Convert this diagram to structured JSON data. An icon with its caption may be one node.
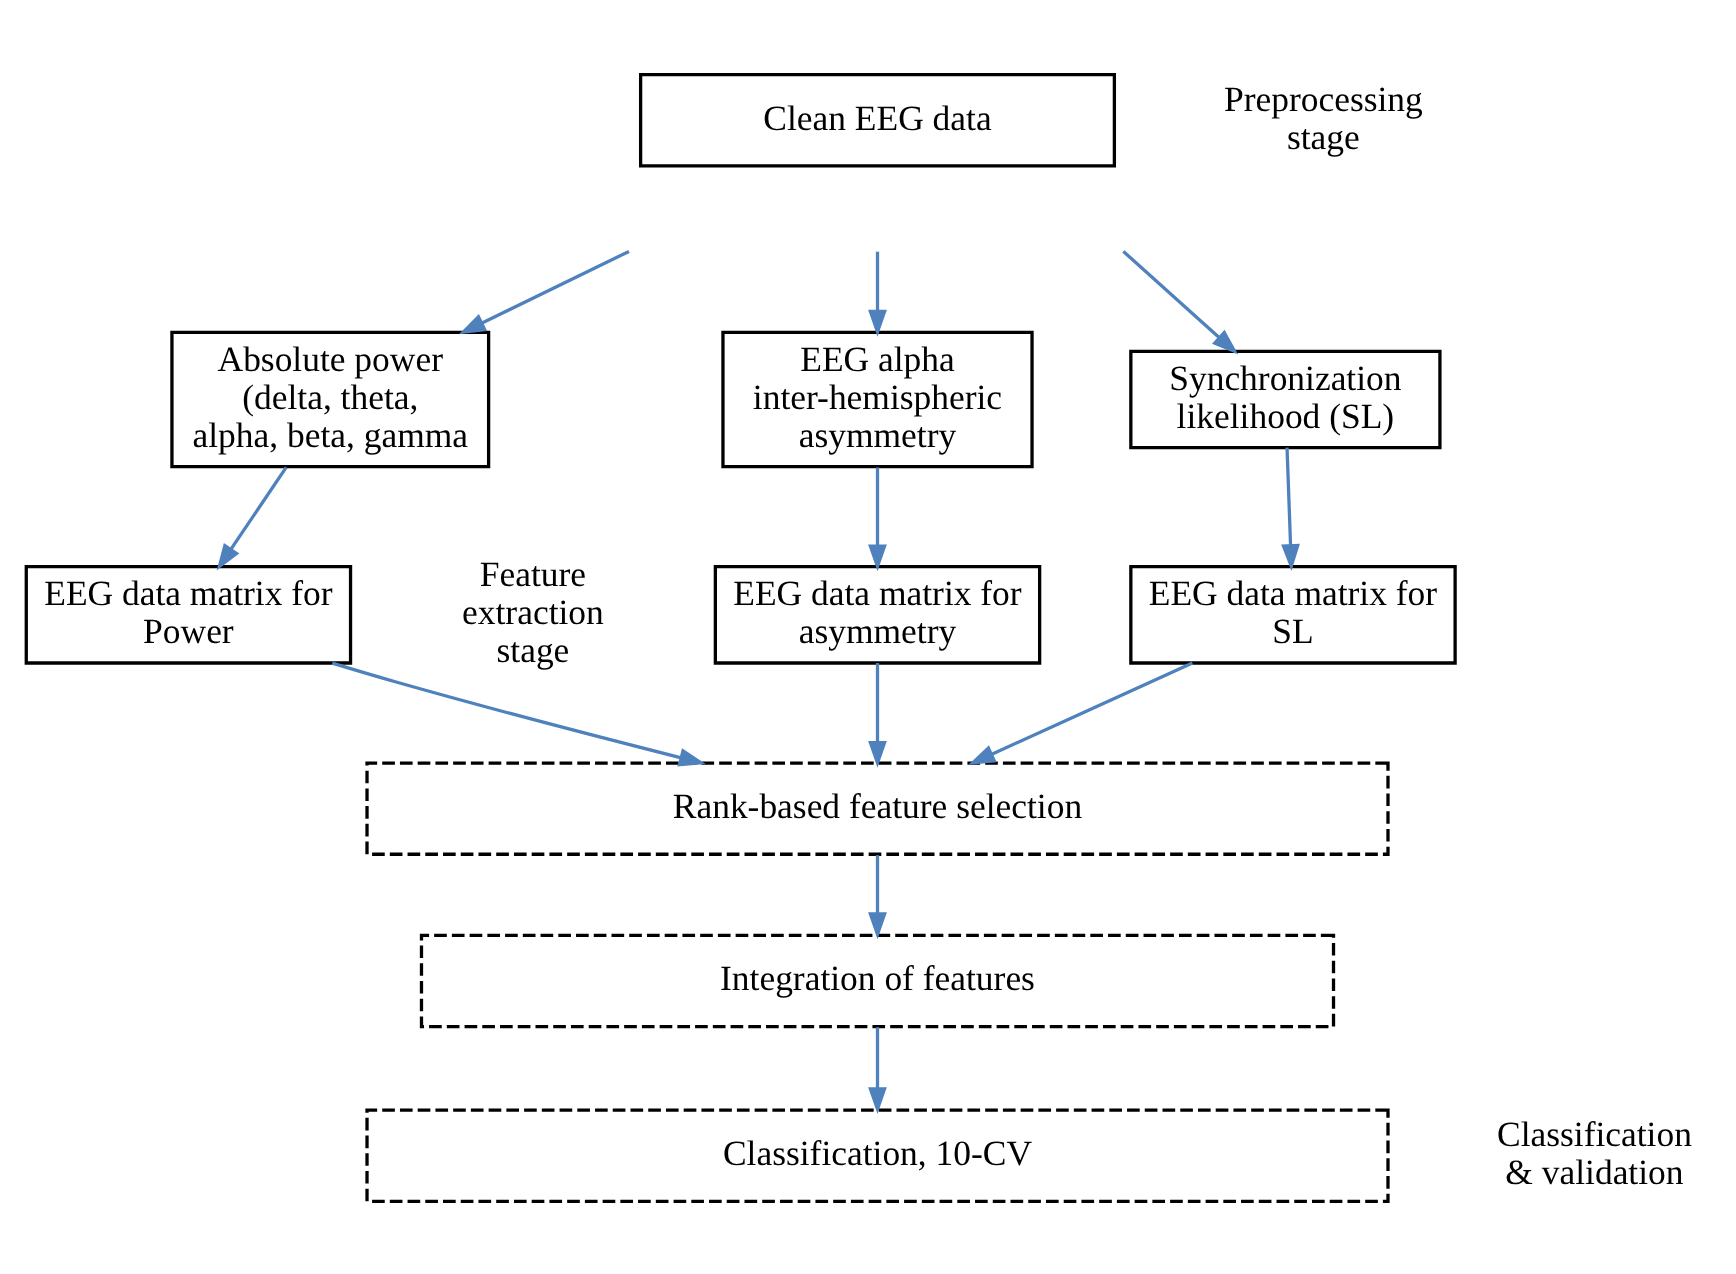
{
  "diagram": {
    "nodes": [
      {
        "text": [
          "Clean EEG data"
        ]
      },
      {
        "text": [
          "Absolute power (delta, theta, alpha, beta, gamma"
        ]
      },
      {
        "text": [
          "EEG alpha inter-hemispheric asymmetry"
        ]
      },
      {
        "text": [
          "Synchronization likelihood (SL)"
        ]
      },
      {
        "text": [
          "EEG data matrix for Power"
        ]
      },
      {
        "text": [
          "EEG data matrix for asymmetry"
        ]
      },
      {
        "text": [
          "EEG data matrix for SL"
        ]
      },
      {
        "text": [
          "Rank-based feature selection"
        ]
      },
      {
        "text": [
          "Integration of features"
        ]
      },
      {
        "text": [
          "Classification, 10-CV"
        ]
      }
    ],
    "edges": [
      {
        "from": null,
        "to": 1,
        "arrow": "to"
      },
      {
        "from": null,
        "to": 2,
        "arrow": "to"
      },
      {
        "from": null,
        "to": 3,
        "arrow": "to"
      },
      {
        "from": 1,
        "to": 4,
        "arrow": "to"
      },
      {
        "from": 2,
        "to": 5,
        "arrow": "to"
      },
      {
        "from": 3,
        "to": 6,
        "arrow": "to"
      },
      {
        "from": 4,
        "to": 7,
        "arrow": "to"
      },
      {
        "from": 5,
        "to": 7,
        "arrow": "to"
      },
      {
        "from": 6,
        "to": 7,
        "arrow": "to"
      },
      {
        "from": 7,
        "to": 8,
        "arrow": "to"
      },
      {
        "from": 8,
        "to": 9,
        "arrow": "to"
      }
    ],
    "labels": [
      "Preprocessing stage",
      "Feature extraction stage",
      "Classification & validation"
    ]
  }
}
